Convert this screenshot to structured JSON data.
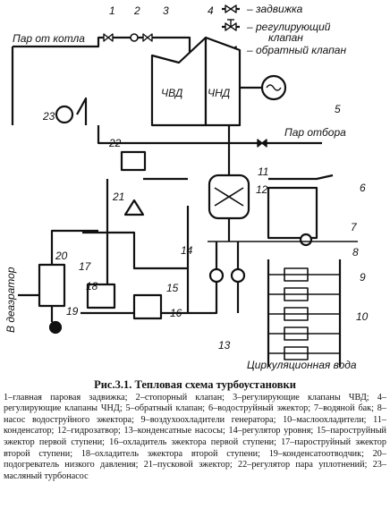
{
  "legend": {
    "gate_valve": "– задвижка",
    "control_valve_l1": "– регулирующий",
    "control_valve_l2": "клапан",
    "check_valve": "– обратный клапан"
  },
  "labels": {
    "steam_from_boiler": "Пар от котла",
    "hp": "ЧВД",
    "lp": "ЧНД",
    "extraction_steam": "Пар отбора",
    "to_deaerator": "В деаэратор",
    "cooling_water": "Циркуляционная вода"
  },
  "numbers": [
    "1",
    "2",
    "3",
    "4",
    "5",
    "6",
    "7",
    "8",
    "9",
    "10",
    "11",
    "12",
    "13",
    "14",
    "15",
    "16",
    "17",
    "18",
    "19",
    "20",
    "21",
    "22",
    "23"
  ],
  "caption": {
    "title": "Рис.3.1. Тепловая схема турбоустановки",
    "text": "1–главная паровая задвижка; 2–стопорный клапан; 3–регулирующие клапаны ЧВД; 4–регулирующие клапаны ЧНД; 5–обратный клапан; 6–водоструйный эжектор; 7–водяной бак; 8–насос водоструйного эжектора; 9–воздухоохладители генератора; 10–маслоохладители; 11–конденсатор; 12–гидрозатвор; 13–конденсатные насосы; 14–регулятор уровня; 15–пароструйный эжектор первой ступени; 16–охладитель эжектора первой ступени; 17–пароструйный эжектор второй ступени; 18–охладитель эжектора второй ступени; 19–конденсатоотводчик; 20–подогреватель низкого давления; 21–пусковой эжектор; 22–регулятор пара уплотнений; 23–масляный турбонасос"
  }
}
